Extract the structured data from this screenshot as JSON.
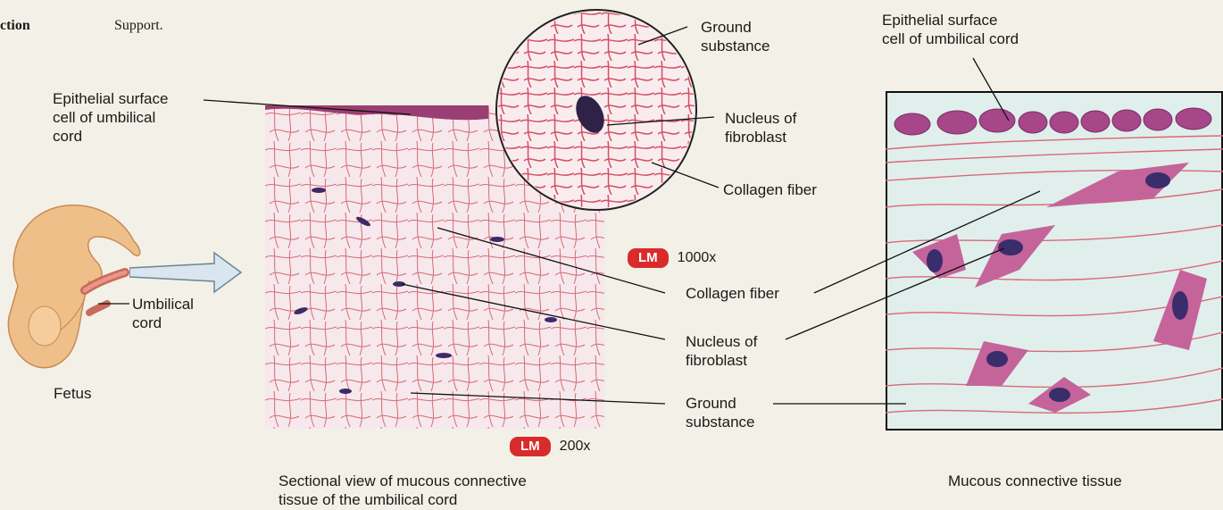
{
  "header": {
    "function_label": "ction",
    "function_text": "Support."
  },
  "left": {
    "epithelial_label": "Epithelial surface\ncell of umbilical\ncord",
    "umbilical_label": "Umbilical\ncord",
    "fetus_label": "Fetus"
  },
  "micrograph": {
    "caption": "Sectional view of mucous connective\ntissue of the umbilical cord",
    "magnification_badge": "LM",
    "magnification": "200x"
  },
  "inset": {
    "ground_label": "Ground\nsubstance",
    "nucleus_label": "Nucleus of\nfibroblast",
    "collagen_label": "Collagen fiber",
    "magnification_badge": "LM",
    "magnification": "1000x"
  },
  "center_labels": {
    "collagen": "Collagen fiber",
    "nucleus": "Nucleus of\nfibroblast",
    "ground": "Ground\nsubstance"
  },
  "illustration": {
    "epithelial_label": "Epithelial surface\ncell of umbilical cord",
    "caption": "Mucous connective tissue"
  },
  "colors": {
    "background": "#f3f1e7",
    "tissue_pink": "#e8a9b0",
    "nucleus_purple": "#3a2d6b",
    "cell_magenta": "#c4649a",
    "badge_red": "#d92b2b"
  }
}
